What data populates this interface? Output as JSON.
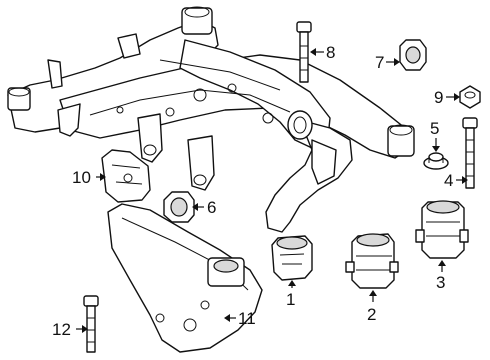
{
  "callouts": [
    "1",
    "2",
    "3",
    "4",
    "5",
    "6",
    "7",
    "8",
    "9",
    "10",
    "11",
    "12"
  ],
  "colors": {
    "line": "#111111",
    "fill": "#ffffff",
    "shade": "#d9d9d9"
  }
}
